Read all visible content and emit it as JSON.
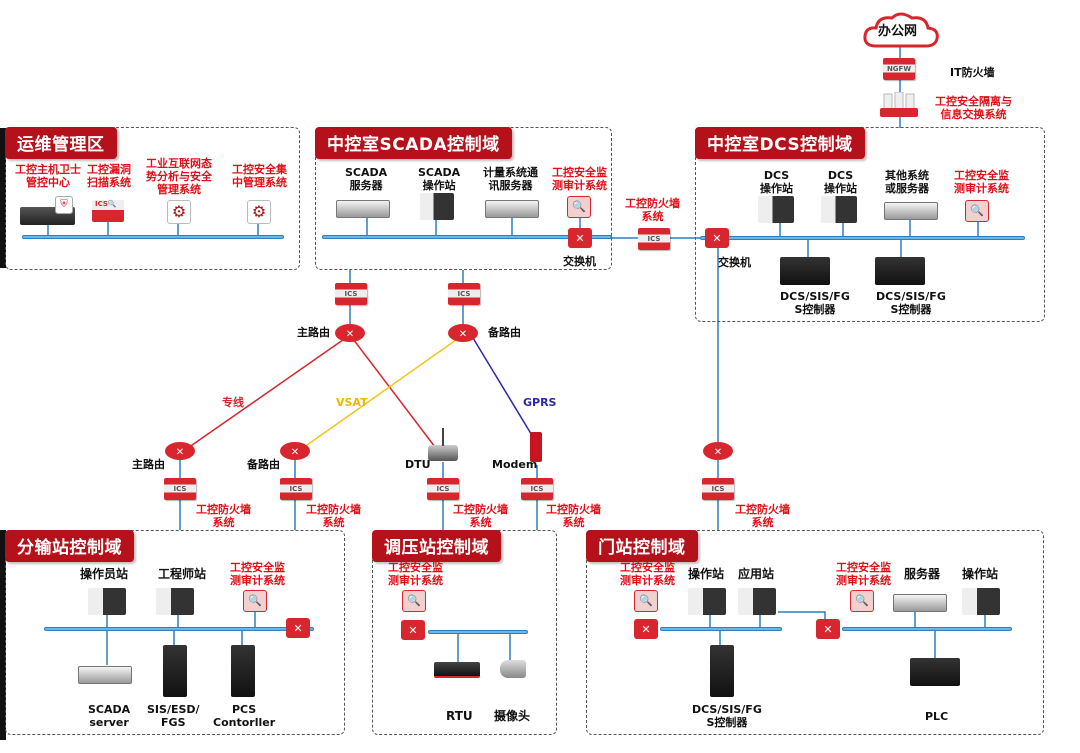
{
  "top": {
    "office_cloud": "办公网",
    "it_firewall": "IT防火墙",
    "isolation": "工控安全隔离与\n信息交换系统"
  },
  "zones": {
    "ops": {
      "title": "运维管理区",
      "items": [
        "工控主机卫士\n管控中心",
        "工控漏洞\n扫描系统",
        "工业互联网态\n势分析与安全\n管理系统",
        "工控安全集\n中管理系统"
      ]
    },
    "scada": {
      "title": "中控室SCADA控制域",
      "items": [
        "SCADA\n服务器",
        "SCADA\n操作站",
        "计量系统通\n讯服务器",
        "工控安全监\n测审计系统"
      ],
      "switch": "交换机"
    },
    "dcs": {
      "title": "中控室DCS控制域",
      "items": [
        "DCS\n操作站",
        "DCS\n操作站",
        "其他系统\n或服务器",
        "工控安全监\n测审计系统"
      ],
      "controllers": [
        "DCS/SIS/FG\nS控制器",
        "DCS/SIS/FG\nS控制器"
      ],
      "switch": "交换机"
    },
    "fenshu": {
      "title": "分输站控制域",
      "items": [
        "操作员站",
        "工程师站",
        "工控安全监\n测审计系统"
      ],
      "bottom": [
        "SCADA\nserver",
        "SIS/ESD/\nFGS",
        "PCS\nContorller"
      ]
    },
    "tiaoya": {
      "title": "调压站控制域",
      "audit": "工控安全监\n测审计系统",
      "bottom": [
        "RTU",
        "摄像头"
      ]
    },
    "menzhan": {
      "title": "门站控制域",
      "items": [
        "工控安全监\n测审计系统",
        "操作站",
        "应用站",
        "工控安全监\n测审计系统",
        "服务器",
        "操作站"
      ],
      "bottom": [
        "DCS/SIS/FG\nS控制器",
        "PLC"
      ]
    }
  },
  "wan": {
    "firewall_label": "工控防火墙\n系统",
    "ics": "ICS",
    "main_router": "主路由",
    "backup_router": "备路由",
    "links": {
      "leased": "专线",
      "vsat": "VSAT",
      "gprs": "GPRS"
    },
    "dtu": "DTU",
    "modem": "Modem",
    "colors": {
      "leased": "#d8262e",
      "vsat": "#f5c518",
      "gprs": "#2a2aa8",
      "lan": "#2b7fbf"
    }
  }
}
